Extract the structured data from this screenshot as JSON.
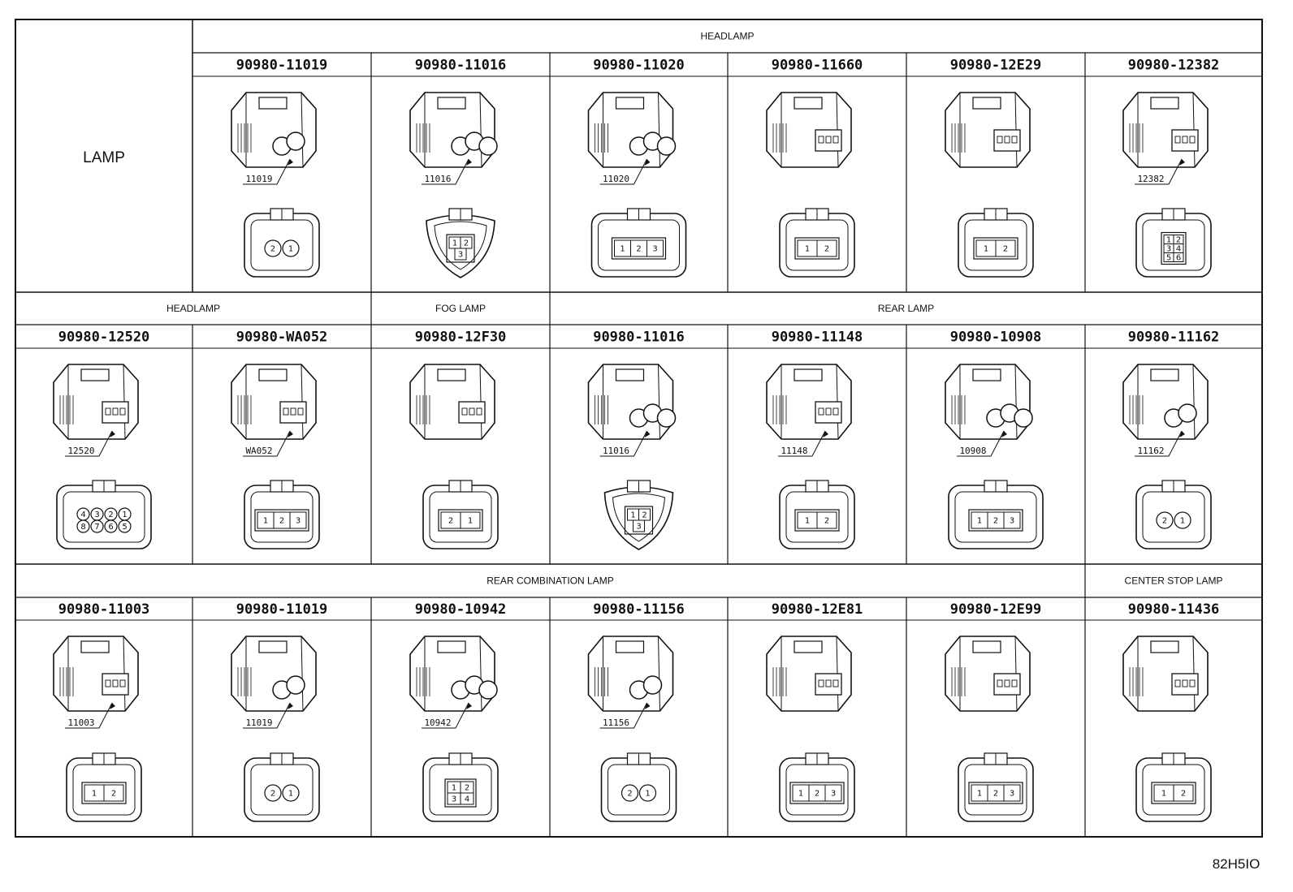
{
  "corner_label": "LAMP",
  "reference_code": "82H5IO",
  "rows": [
    {
      "groups": [
        {
          "label": "HEADLAMP",
          "from": 1,
          "to": 6
        }
      ],
      "connectors": [
        {
          "part": "90980-11019",
          "callout": "11019",
          "pins": [
            "2",
            "1"
          ],
          "shape": "pair"
        },
        {
          "part": "90980-11016",
          "callout": "11016",
          "pins": [
            "1",
            "2",
            "3"
          ],
          "shape": "tri"
        },
        {
          "part": "90980-11020",
          "callout": "11020",
          "pins": [
            "1",
            "2",
            "3"
          ],
          "shape": "row"
        },
        {
          "part": "90980-11660",
          "callout": "",
          "pins": [
            "1",
            "2"
          ],
          "shape": "oval"
        },
        {
          "part": "90980-12E29",
          "callout": "",
          "pins": [
            "1",
            "2"
          ],
          "shape": "box"
        },
        {
          "part": "90980-12382",
          "callout": "12382",
          "pins": [
            "1",
            "2",
            "3",
            "4",
            "5",
            "6"
          ],
          "shape": "grid"
        }
      ]
    },
    {
      "groups": [
        {
          "label": "HEADLAMP",
          "from": 0,
          "to": 1
        },
        {
          "label": "FOG LAMP",
          "from": 2,
          "to": 2
        },
        {
          "label": "REAR LAMP",
          "from": 3,
          "to": 6
        }
      ],
      "connectors": [
        {
          "part": "90980-12520",
          "callout": "12520",
          "pins": [
            "4",
            "3",
            "2",
            "1",
            "8",
            "7",
            "6",
            "5"
          ],
          "shape": "octo"
        },
        {
          "part": "90980-WA052",
          "callout": "WA052",
          "pins": [
            "1",
            "2",
            "3"
          ],
          "shape": "box"
        },
        {
          "part": "90980-12F30",
          "callout": "",
          "pins": [
            "2",
            "1"
          ],
          "shape": "box"
        },
        {
          "part": "90980-11016",
          "callout": "11016",
          "pins": [
            "1",
            "2",
            "3"
          ],
          "shape": "tri"
        },
        {
          "part": "90980-11148",
          "callout": "11148",
          "pins": [
            "1",
            "2"
          ],
          "shape": "flat"
        },
        {
          "part": "90980-10908",
          "callout": "10908",
          "pins": [
            "1",
            "2",
            "3"
          ],
          "shape": "row"
        },
        {
          "part": "90980-11162",
          "callout": "11162",
          "pins": [
            "2",
            "1"
          ],
          "shape": "pair"
        }
      ]
    },
    {
      "groups": [
        {
          "label": "REAR COMBINATION LAMP",
          "from": 0,
          "to": 5
        },
        {
          "label": "CENTER STOP LAMP",
          "from": 6,
          "to": 6
        }
      ],
      "connectors": [
        {
          "part": "90980-11003",
          "callout": "11003",
          "pins": [
            "1",
            "2"
          ],
          "shape": "box"
        },
        {
          "part": "90980-11019",
          "callout": "11019",
          "pins": [
            "2",
            "1"
          ],
          "shape": "pair"
        },
        {
          "part": "90980-10942",
          "callout": "10942",
          "pins": [
            "1",
            "2",
            "3",
            "4"
          ],
          "shape": "quad"
        },
        {
          "part": "90980-11156",
          "callout": "11156",
          "pins": [
            "2",
            "1"
          ],
          "shape": "pair"
        },
        {
          "part": "90980-12E81",
          "callout": "",
          "pins": [
            "1",
            "2",
            "3"
          ],
          "shape": "box"
        },
        {
          "part": "90980-12E99",
          "callout": "",
          "pins": [
            "1",
            "2",
            "3"
          ],
          "shape": "box"
        },
        {
          "part": "90980-11436",
          "callout": "",
          "pins": [
            "1",
            "2"
          ],
          "shape": "box"
        }
      ]
    }
  ]
}
